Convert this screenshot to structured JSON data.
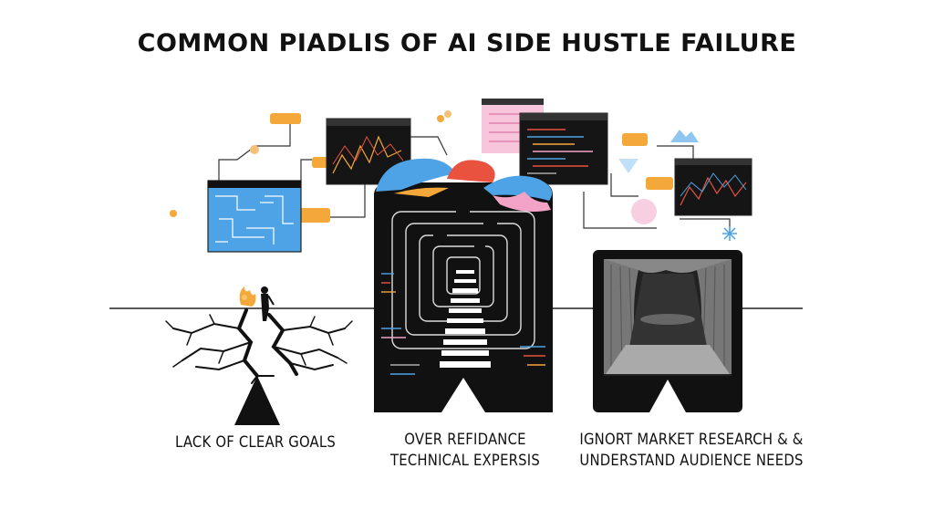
{
  "title": "COMMON PIADLIS OF AI SIDE HUSTLE FAILURE",
  "pitfalls": [
    {
      "lines": [
        "LACK OF CLEAR GOALS"
      ]
    },
    {
      "lines": [
        "OVER REFIDANCE",
        "TECHNICAL EXPERSIS"
      ]
    },
    {
      "lines": [
        "IGNORT MARKET RESEARCH & &",
        "UNDERSTAND AUDIENCE NEEDS"
      ]
    }
  ],
  "colors": {
    "ink": "#111111",
    "blue": "#4da3e6",
    "orange": "#f5a83a",
    "pink": "#f3a3c6",
    "red": "#e8523f",
    "panel": "#111111"
  }
}
